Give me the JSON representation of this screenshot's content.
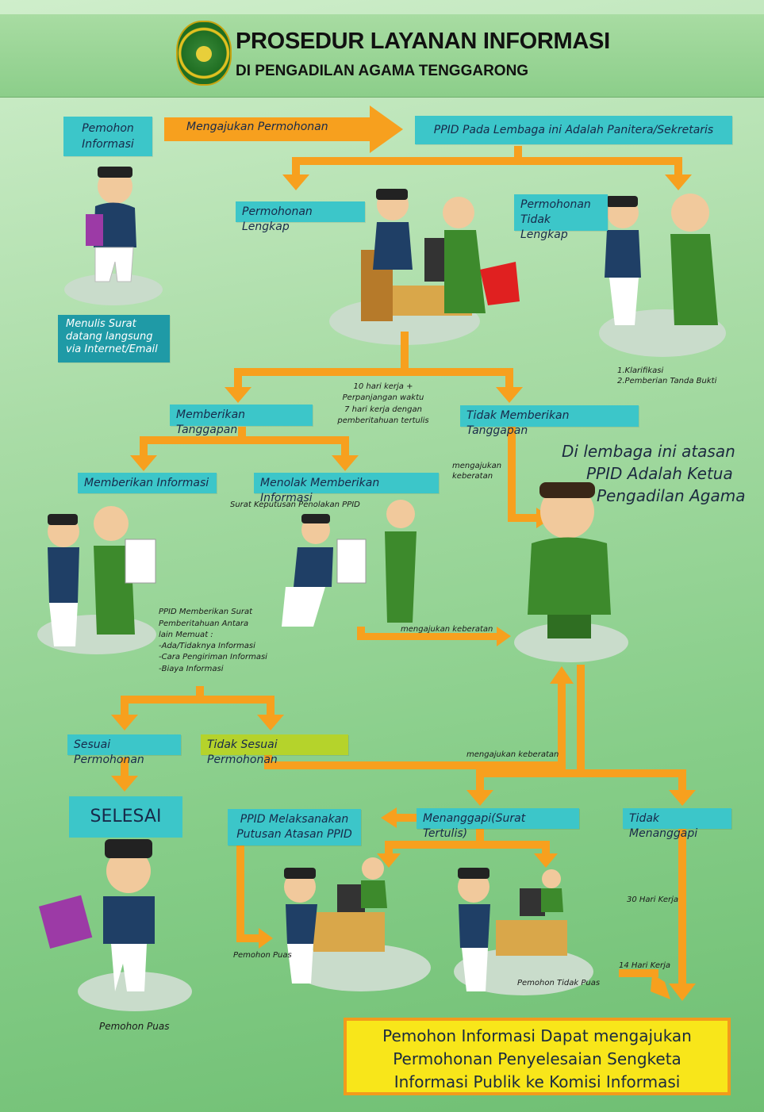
{
  "header": {
    "title": "PROSEDUR LAYANAN INFORMASI",
    "subtitle": "DI PENGADILAN AGAMA TENGGARONG"
  },
  "boxes": {
    "pemohon": "Pemohon Informasi",
    "mengajukan": "Mengajukan Permohonan",
    "ppid": "PPID Pada Lembaga ini Adalah Panitera/Sekretaris",
    "lengkap": "Permohonan Lengkap",
    "tidak_lengkap": "Permohonan Tidak Lengkap",
    "menulis": "Menulis Surat datang langsung via Internet/Email",
    "memberikan_tanggapan": "Memberikan Tanggapan",
    "tidak_memberikan_tanggapan": "Tidak Memberikan Tanggapan",
    "memberikan_informasi": "Memberikan Informasi",
    "menolak": "Menolak Memberikan Informasi",
    "sesuai": "Sesuai Permohonan",
    "tidak_sesuai": "Tidak Sesuai Permohonan",
    "selesai": "SELESAI",
    "melaksanakan": "PPID Melaksanakan Putusan Atasan PPID",
    "menanggapi": "Menanggapi(Surat Tertulis)",
    "tidak_menanggapi": "Tidak Menanggapi"
  },
  "notes": {
    "klarifikasi_1": "1.Klarifikasi",
    "klarifikasi_2": "2.Pemberian Tanda Bukti",
    "hari_kerja_1": "10 hari kerja +",
    "hari_kerja_2": "Perpanjangan waktu",
    "hari_kerja_3": "7 hari kerja dengan",
    "hari_kerja_4": "pemberitahuan tertulis",
    "keberatan_1a": "mengajukan",
    "keberatan_1b": "keberatan",
    "keberatan_2": "mengajukan keberatan",
    "keberatan_3": "mengajukan keberatan",
    "surat_keputusan": "Surat Keputusan Penolakan PPID",
    "ppid_surat_1": "PPID Memberikan Surat",
    "ppid_surat_2": "Pemberitahuan Antara",
    "ppid_surat_3": "lain Memuat :",
    "ppid_surat_4": "-Ada/Tidaknya Informasi",
    "ppid_surat_5": "-Cara Pengiriman Informasi",
    "ppid_surat_6": "-Biaya Informasi",
    "pemohon_puas_1": "Pemohon Puas",
    "pemohon_puas_2": "Pemohon Puas",
    "pemohon_tidak_puas": "Pemohon Tidak Puas",
    "hari_30": "30 Hari Kerja",
    "hari_14": "14 Hari Kerja"
  },
  "atasan": {
    "line1": "Di lembaga ini atasan",
    "line2": "PPID Adalah Ketua",
    "line3": "Pengadilan Agama"
  },
  "final": {
    "line1": "Pemohon Informasi Dapat mengajukan",
    "line2": "Permohonan Penyelesaian Sengketa",
    "line3": "Informasi Publik ke Komisi Informasi"
  },
  "colors": {
    "arrow": "#f7a01e",
    "box": "#3cc6c9",
    "box_dark": "#1f9aa6",
    "box_lime": "#b5d32b",
    "final_bg": "#f8e61a",
    "final_border": "#f29b1c",
    "uniform": "#3d8a2c",
    "shirt": "#1f3f66"
  }
}
